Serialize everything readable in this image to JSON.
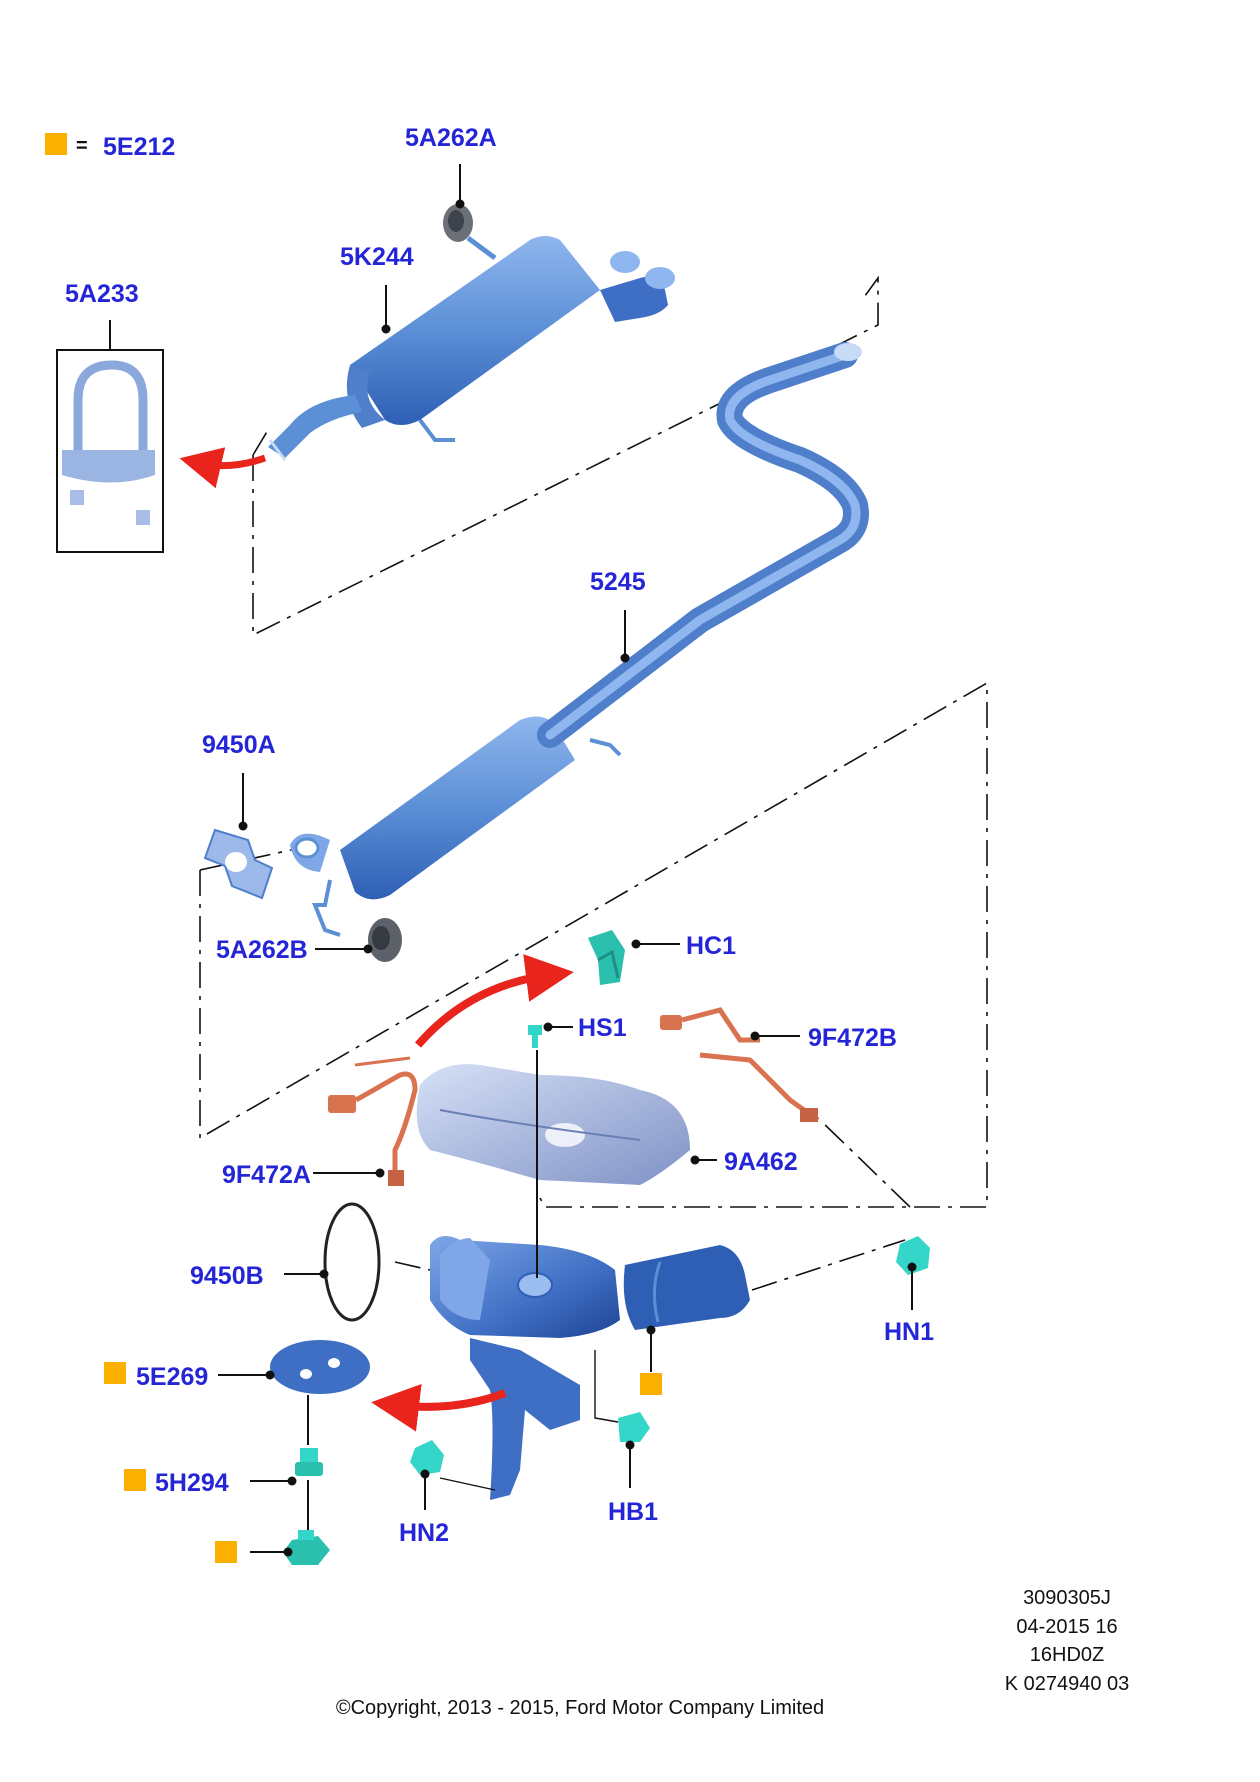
{
  "legend": {
    "equals": "=",
    "code": "5E212",
    "marker_color": "#FBB000"
  },
  "labels": {
    "p5A262A": "5A262A",
    "p5K244": "5K244",
    "p5A233": "5A233",
    "p5245": "5245",
    "p9450A": "9450A",
    "p5A262B": "5A262B",
    "pHC1": "HC1",
    "pHS1": "HS1",
    "p9F472B": "9F472B",
    "p9F472A": "9F472A",
    "p9A462": "9A462",
    "p9450B": "9450B",
    "pHN1": "HN1",
    "p5E269": "5E269",
    "p5H294": "5H294",
    "pHN2": "HN2",
    "pHB1": "HB1"
  },
  "footer": {
    "line1": "3090305J",
    "line2": "04-2015 16",
    "line3": "16HD0Z",
    "line4": "K 0274940 03",
    "copyright": "©Copyright, 2013 - 2015, Ford Motor Company Limited"
  },
  "colors": {
    "label": "#2525D8",
    "part_blue": "#5B8FD6",
    "part_dark_blue": "#2F5FB5",
    "sensor": "#D9724F",
    "fastener": "#33D6C8",
    "heat_shield": "#AFC0E8",
    "arrow": "#E8241C",
    "marker": "#FBB000"
  }
}
